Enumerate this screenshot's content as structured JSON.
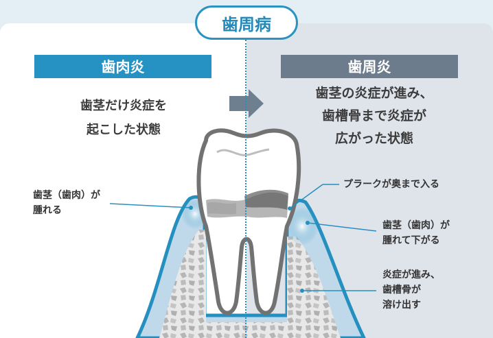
{
  "title": "歯周病",
  "left": {
    "label": "歯肉炎",
    "description": [
      "歯茎だけ炎症を",
      "起こした状態"
    ],
    "annotation": [
      "歯茎（歯肉）が",
      "腫れる"
    ]
  },
  "right": {
    "label": "歯周炎",
    "description": [
      "歯茎の炎症が進み、",
      "歯槽骨まで炎症が",
      "広がった状態"
    ],
    "annotations": {
      "plaque": "プラークが奥まで入る",
      "gum": [
        "歯茎（歯肉）が",
        "腫れて下がる"
      ],
      "bone": [
        "炎症が進み、",
        "歯槽骨が",
        "溶け出す"
      ]
    }
  },
  "colors": {
    "accent": "#2592c3",
    "right_label": "#6d7c8d",
    "gum_outline": "#2590c0",
    "gum_fill": "#bfd9ea",
    "bone_fill": "#cfcfcf",
    "tooth_outline": "#727272",
    "plaque": "#6e6e6e"
  }
}
